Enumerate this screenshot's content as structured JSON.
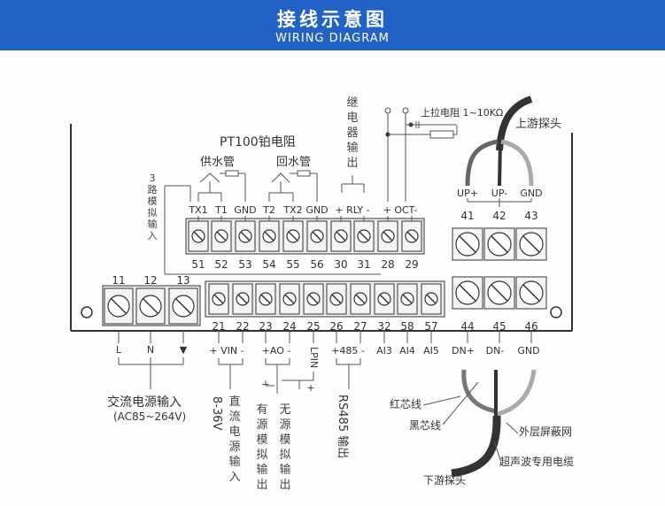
{
  "header": {
    "title": "接线示意图",
    "subtitle": "WIRING DIAGRAM",
    "bg": "#2262c6"
  },
  "top_row": {
    "labels": [
      "TX1",
      "T1",
      "GND",
      "T2",
      "TX2",
      "GND"
    ],
    "rly": "+ RLY -",
    "oct": "+ OCT-",
    "numbers": [
      "51",
      "52",
      "53",
      "54",
      "55",
      "56",
      "30",
      "31",
      "28",
      "29"
    ]
  },
  "upstream": {
    "labels": [
      "UP+",
      "UP-",
      "GND"
    ],
    "numbers": [
      "41",
      "42",
      "43"
    ],
    "title": "上游探头"
  },
  "downstream": {
    "labels": [
      "DN+",
      "DN-",
      "GND"
    ],
    "numbers": [
      "44",
      "45",
      "46"
    ],
    "title": "下游探头"
  },
  "power_block": {
    "numbers": [
      "11",
      "12",
      "13"
    ],
    "labels": [
      "L",
      "N",
      "▼"
    ]
  },
  "bottom_row": {
    "numbers": [
      "21",
      "22",
      "23",
      "24",
      "25",
      "26",
      "27",
      "32",
      "58",
      "57"
    ],
    "vin": "+ VIN -",
    "ao": "+AO -",
    "lpin": "LPIN",
    "rs485": "+485 -",
    "ai": [
      "AI3",
      "AI4",
      "AI5"
    ],
    "minus": "−",
    "plus": "+"
  },
  "annotations": {
    "pt100": "PT100铂电阻",
    "supply_pipe": "供水管",
    "return_pipe": "回水管",
    "analog_input": "3路模拟输入",
    "relay_output": "继电器输出",
    "pullup": "上拉电阻 1~10KΩ",
    "ac_power": "交流电源输入",
    "ac_range": "(AC85~264V)",
    "dc_range": "8-36V",
    "dc_power": "直流电源输入",
    "active_ao": "有源模拟输出",
    "passive_ao": "无源模拟输出",
    "rs485_out": "RS485 输出",
    "red_core": "红芯线",
    "black_core": "黑芯线",
    "shield": "外层屏蔽网",
    "cable": "超声波专用电缆"
  }
}
